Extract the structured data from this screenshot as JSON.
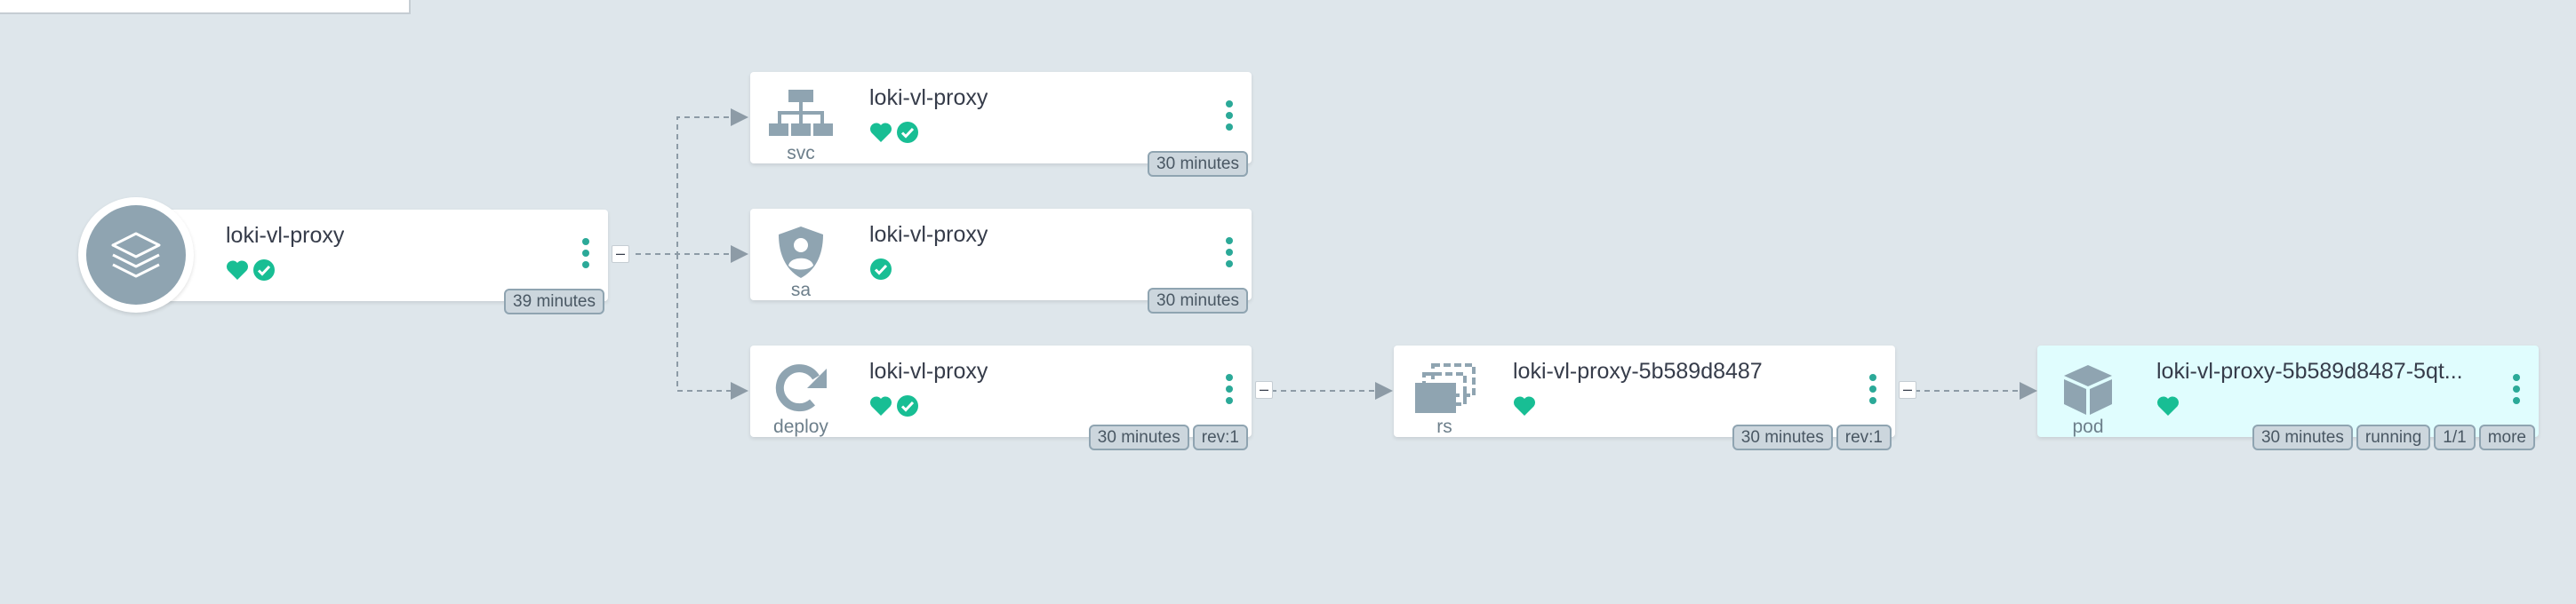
{
  "colors": {
    "background": "#dee6eb",
    "healthy": "#18be94",
    "synced": "#18be94",
    "menu_dots": "#2ba998",
    "icon_gray": "#8fa4b1",
    "highlight_card": "#e0fdfe"
  },
  "app": {
    "name": "loki-vl-proxy",
    "icon": "layers-icon",
    "health": "healthy",
    "sync": "synced",
    "tags": [
      "39 minutes"
    ]
  },
  "resources": [
    {
      "id": "svc",
      "kind": "svc",
      "icon": "sitemap-icon",
      "name": "loki-vl-proxy",
      "health": "healthy",
      "sync": "synced",
      "tags": [
        "30 minutes"
      ]
    },
    {
      "id": "sa",
      "kind": "sa",
      "icon": "user-shield-icon",
      "name": "loki-vl-proxy",
      "sync": "synced",
      "tags": [
        "30 minutes"
      ]
    },
    {
      "id": "deploy",
      "kind": "deploy",
      "icon": "redo-icon",
      "name": "loki-vl-proxy",
      "health": "healthy",
      "sync": "synced",
      "tags": [
        "30 minutes",
        "rev:1"
      ]
    },
    {
      "id": "rs",
      "kind": "rs",
      "icon": "clone-icon",
      "name": "loki-vl-proxy-5b589d8487",
      "health": "healthy",
      "tags": [
        "30 minutes",
        "rev:1"
      ]
    },
    {
      "id": "pod",
      "kind": "pod",
      "icon": "cube-icon",
      "name": "loki-vl-proxy-5b589d8487-5qt...",
      "health": "healthy",
      "tags": [
        "30 minutes",
        "running",
        "1/1",
        "more"
      ]
    }
  ],
  "collapse_symbol": "–"
}
